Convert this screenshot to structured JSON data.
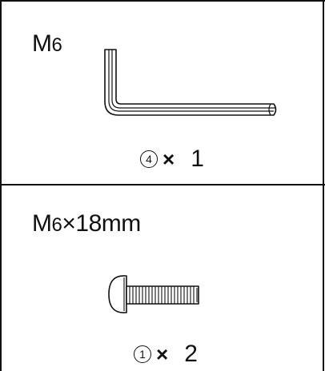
{
  "parts": [
    {
      "size_label_main": "M",
      "size_label_small": "6",
      "size_label_rest": "",
      "part_number": "4",
      "times": "×",
      "quantity": "1",
      "icon": "hex-key-icon"
    },
    {
      "size_label_main": "M",
      "size_label_small": "6",
      "size_label_rest": "×18mm",
      "part_number": "1",
      "times": "×",
      "quantity": "2",
      "icon": "bolt-icon"
    }
  ],
  "colors": {
    "line": "#111111",
    "background": "#ffffff"
  }
}
